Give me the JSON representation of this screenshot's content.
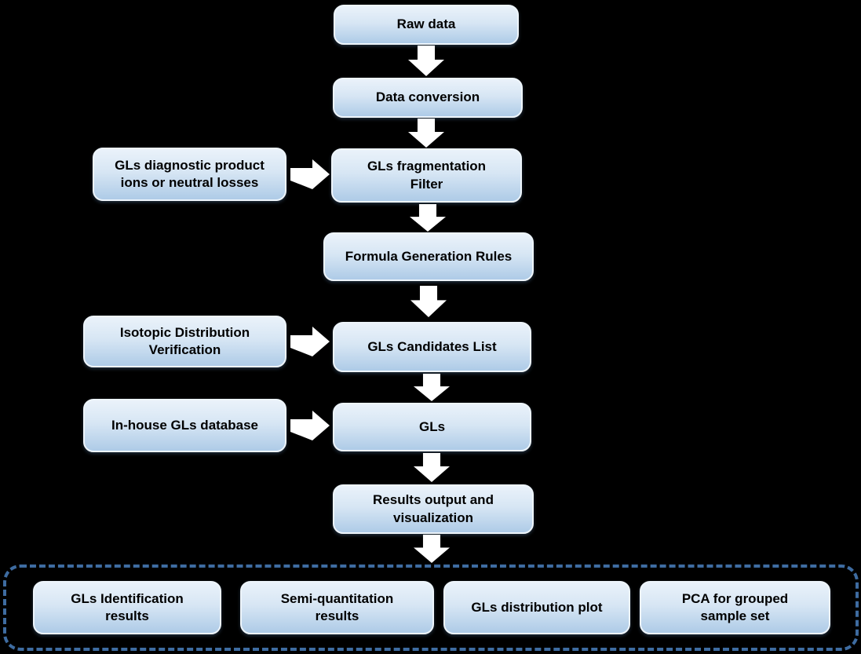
{
  "colors": {
    "background": "#000000",
    "box_fill_top": "#eaf2fa",
    "box_fill_bottom": "#aecbe7",
    "box_border": "#eef5fb",
    "arrow": "#ffffff",
    "group_dashed_border": "#3e6ca1",
    "text": "#000000"
  },
  "flowchart": {
    "main": [
      {
        "label": "Raw data"
      },
      {
        "label": "Data conversion"
      },
      {
        "label": "GLs fragmentation Filter"
      },
      {
        "label": "Formula Generation Rules"
      },
      {
        "label": "GLs Candidates List"
      },
      {
        "label": "GLs"
      },
      {
        "label": "Results output and visualization"
      }
    ],
    "inputs": [
      {
        "label": "GLs diagnostic product ions or neutral losses",
        "target": "GLs fragmentation Filter"
      },
      {
        "label": "Isotopic Distribution Verification",
        "target": "GLs Candidates List"
      },
      {
        "label": "In-house GLs database",
        "target": "GLs"
      }
    ],
    "outputs": [
      {
        "label": "GLs Identification results"
      },
      {
        "label": "Semi-quantitation results"
      },
      {
        "label": "GLs distribution plot"
      },
      {
        "label": "PCA for grouped sample set"
      }
    ]
  }
}
